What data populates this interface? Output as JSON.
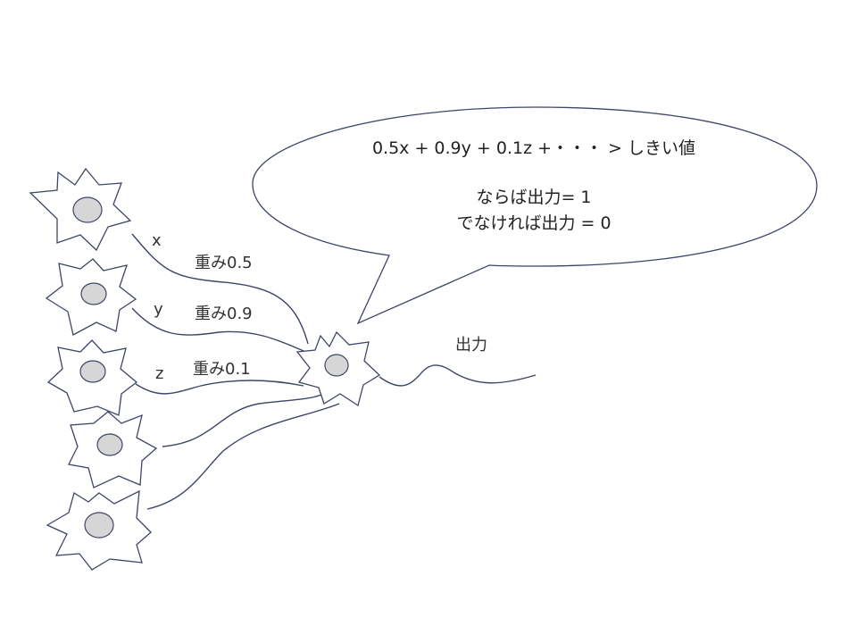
{
  "speech_bubble": {
    "equation": "0.5x + 0.9y + 0.1z +・・・ > しきい値",
    "condition_true": "ならば出力= 1",
    "condition_false": "でなければ出力 = 0"
  },
  "inputs": [
    {
      "variable": "x",
      "weight_label": "重み0.5"
    },
    {
      "variable": "y",
      "weight_label": "重み0.9"
    },
    {
      "variable": "z",
      "weight_label": "重み0.1"
    }
  ],
  "output_label": "出力",
  "colors": {
    "stroke": "#3d4666",
    "nucleus_fill": "#d6d6d6",
    "text": "#333333"
  }
}
